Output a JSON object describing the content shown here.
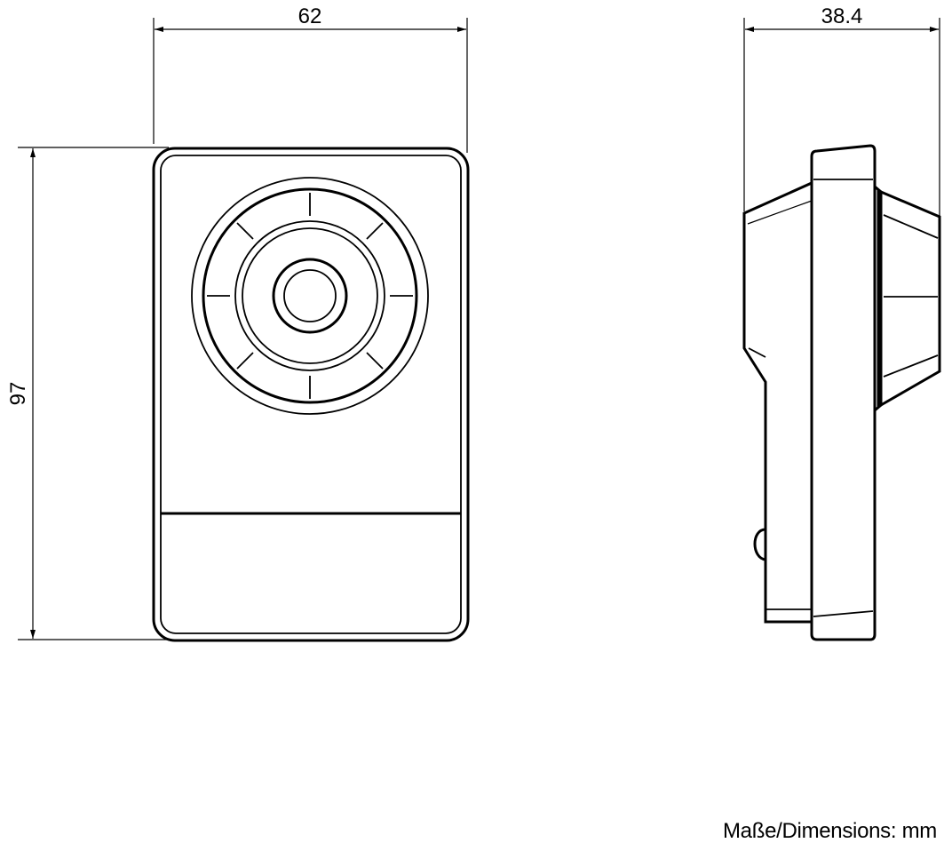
{
  "dimensions": {
    "front_width": "62",
    "front_height": "97",
    "side_depth": "38.4"
  },
  "units_note": "Maße/Dimensions: mm",
  "colors": {
    "line": "#000000",
    "background": "#ffffff"
  }
}
